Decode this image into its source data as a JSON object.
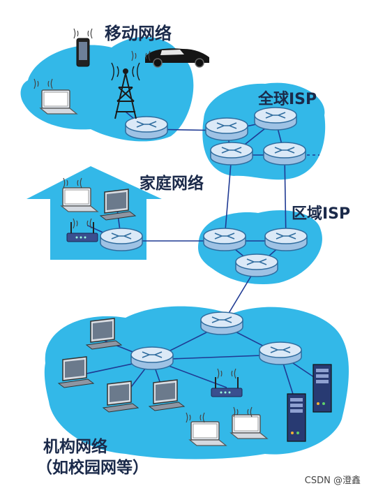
{
  "labels": {
    "mobile_network": "移动网络",
    "global_isp": "全球ISP",
    "home_network": "家庭网络",
    "regional_isp": "区域ISP",
    "institutional_network": "机构网络",
    "institutional_note": "（如校园网等）"
  },
  "watermark": "CSDN @澄鑫",
  "colors": {
    "cloud": "#33b8e8",
    "router_fill": "#d6e6f6",
    "router_stroke": "#2f6c9e",
    "link": "#1f3a93",
    "text": "#1b2a4a"
  },
  "icons": [
    "router-icon",
    "laptop-icon",
    "desktop-icon",
    "phone-icon",
    "car-icon",
    "cell-tower-icon",
    "wireless-access-point-icon",
    "server-icon"
  ]
}
